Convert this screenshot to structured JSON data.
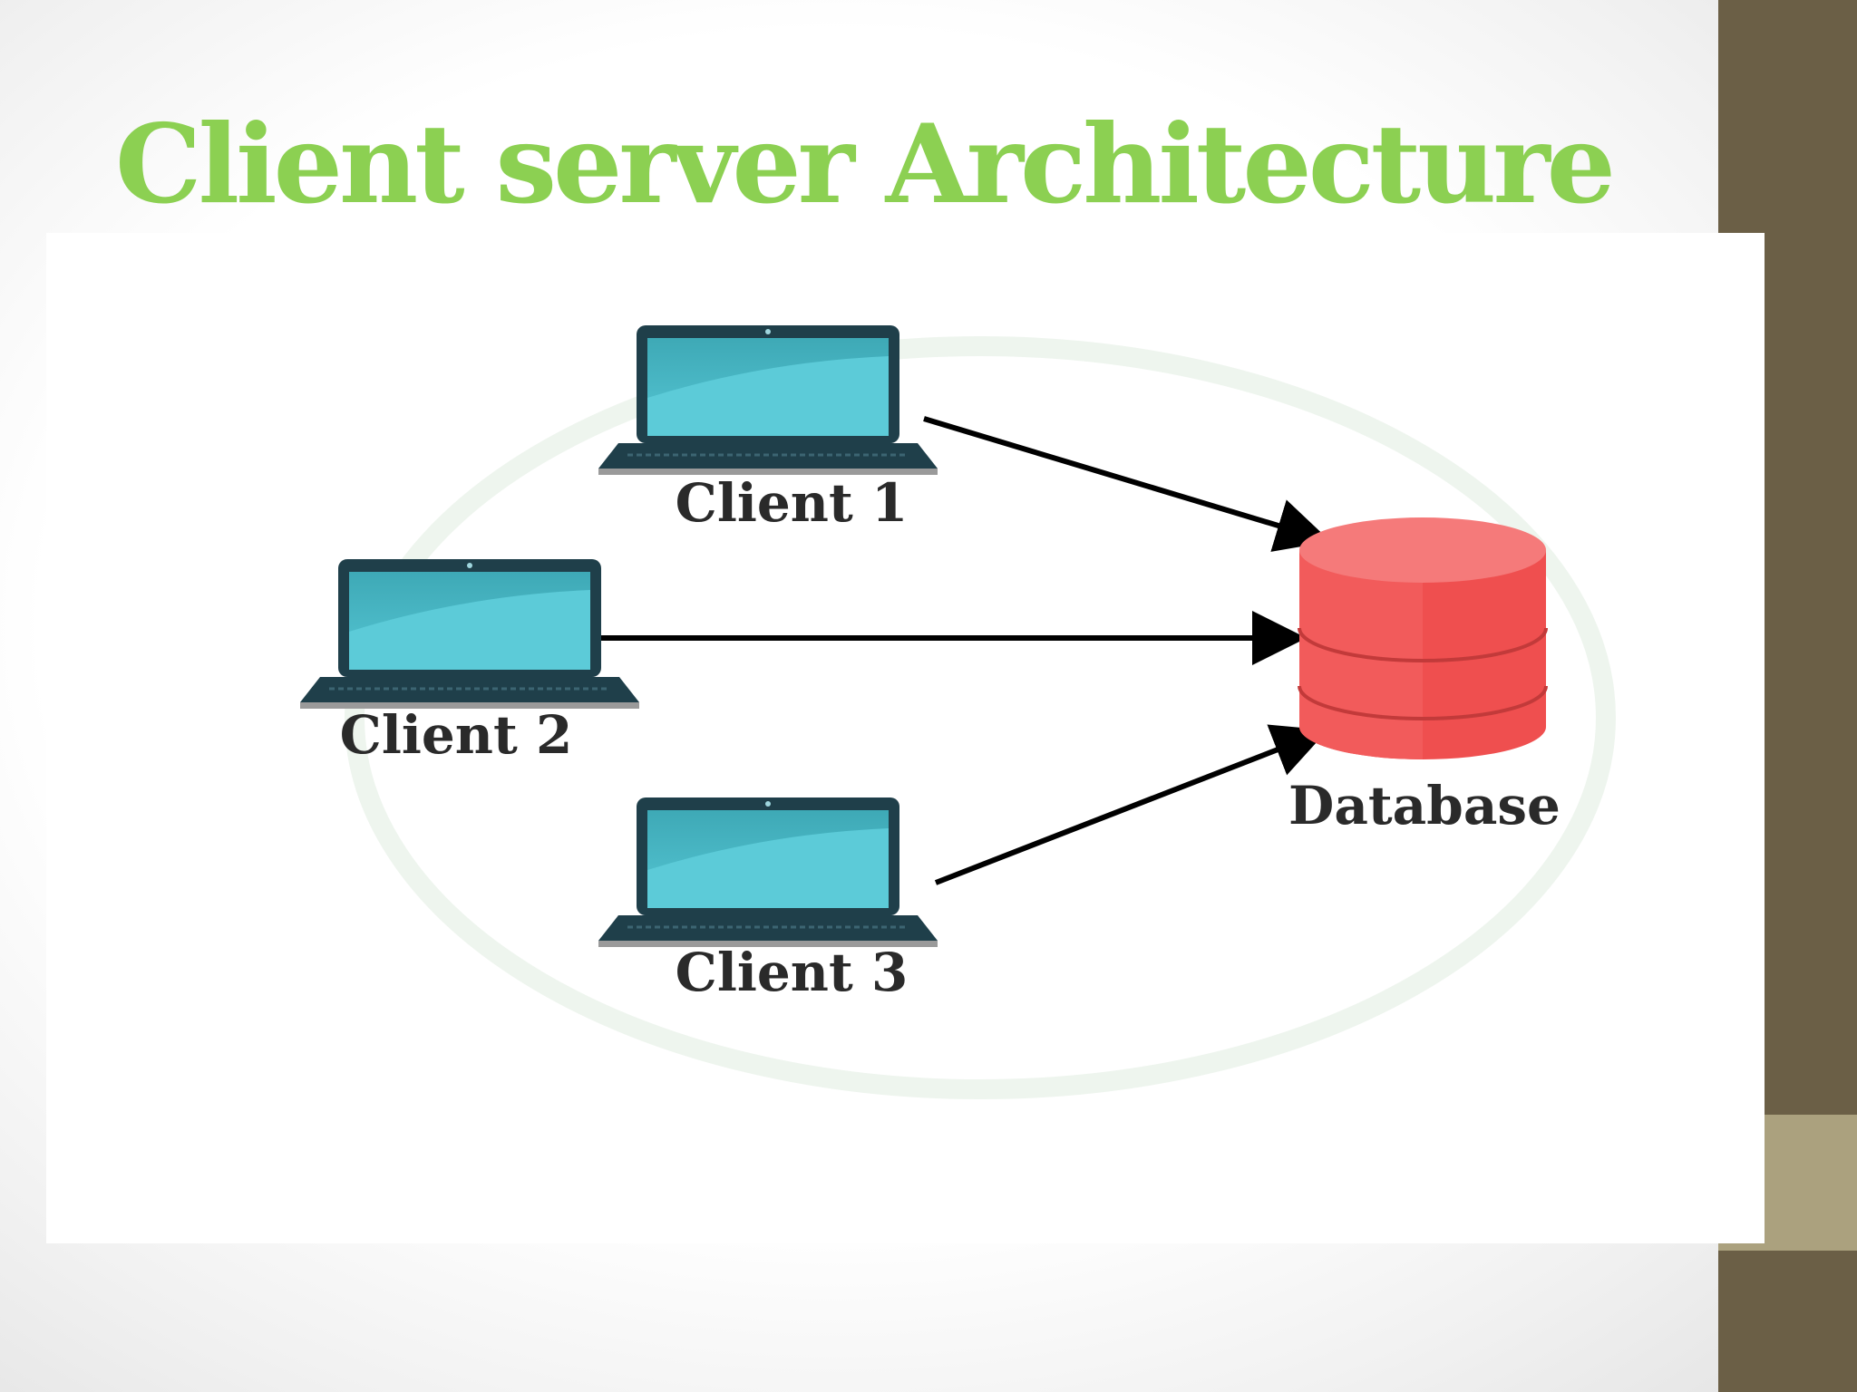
{
  "slide": {
    "title": "Client server Architecture",
    "title_color": "#8cd052",
    "accent_dark": "#6b5f46",
    "accent_light": "#aba17e"
  },
  "diagram": {
    "nodes": [
      {
        "id": "client-1",
        "label": "Client 1",
        "icon": "laptop-icon"
      },
      {
        "id": "client-2",
        "label": "Client 2",
        "icon": "laptop-icon"
      },
      {
        "id": "client-3",
        "label": "Client 3",
        "icon": "laptop-icon"
      },
      {
        "id": "database",
        "label": "Database",
        "icon": "database-icon"
      }
    ],
    "edges": [
      {
        "from": "client-1",
        "to": "database"
      },
      {
        "from": "client-2",
        "to": "database"
      },
      {
        "from": "client-3",
        "to": "database"
      }
    ],
    "colors": {
      "laptop_screen": "#4fc0cf",
      "laptop_frame": "#1f3f4a",
      "database": "#f25b5b",
      "arrow": "#000000"
    }
  }
}
